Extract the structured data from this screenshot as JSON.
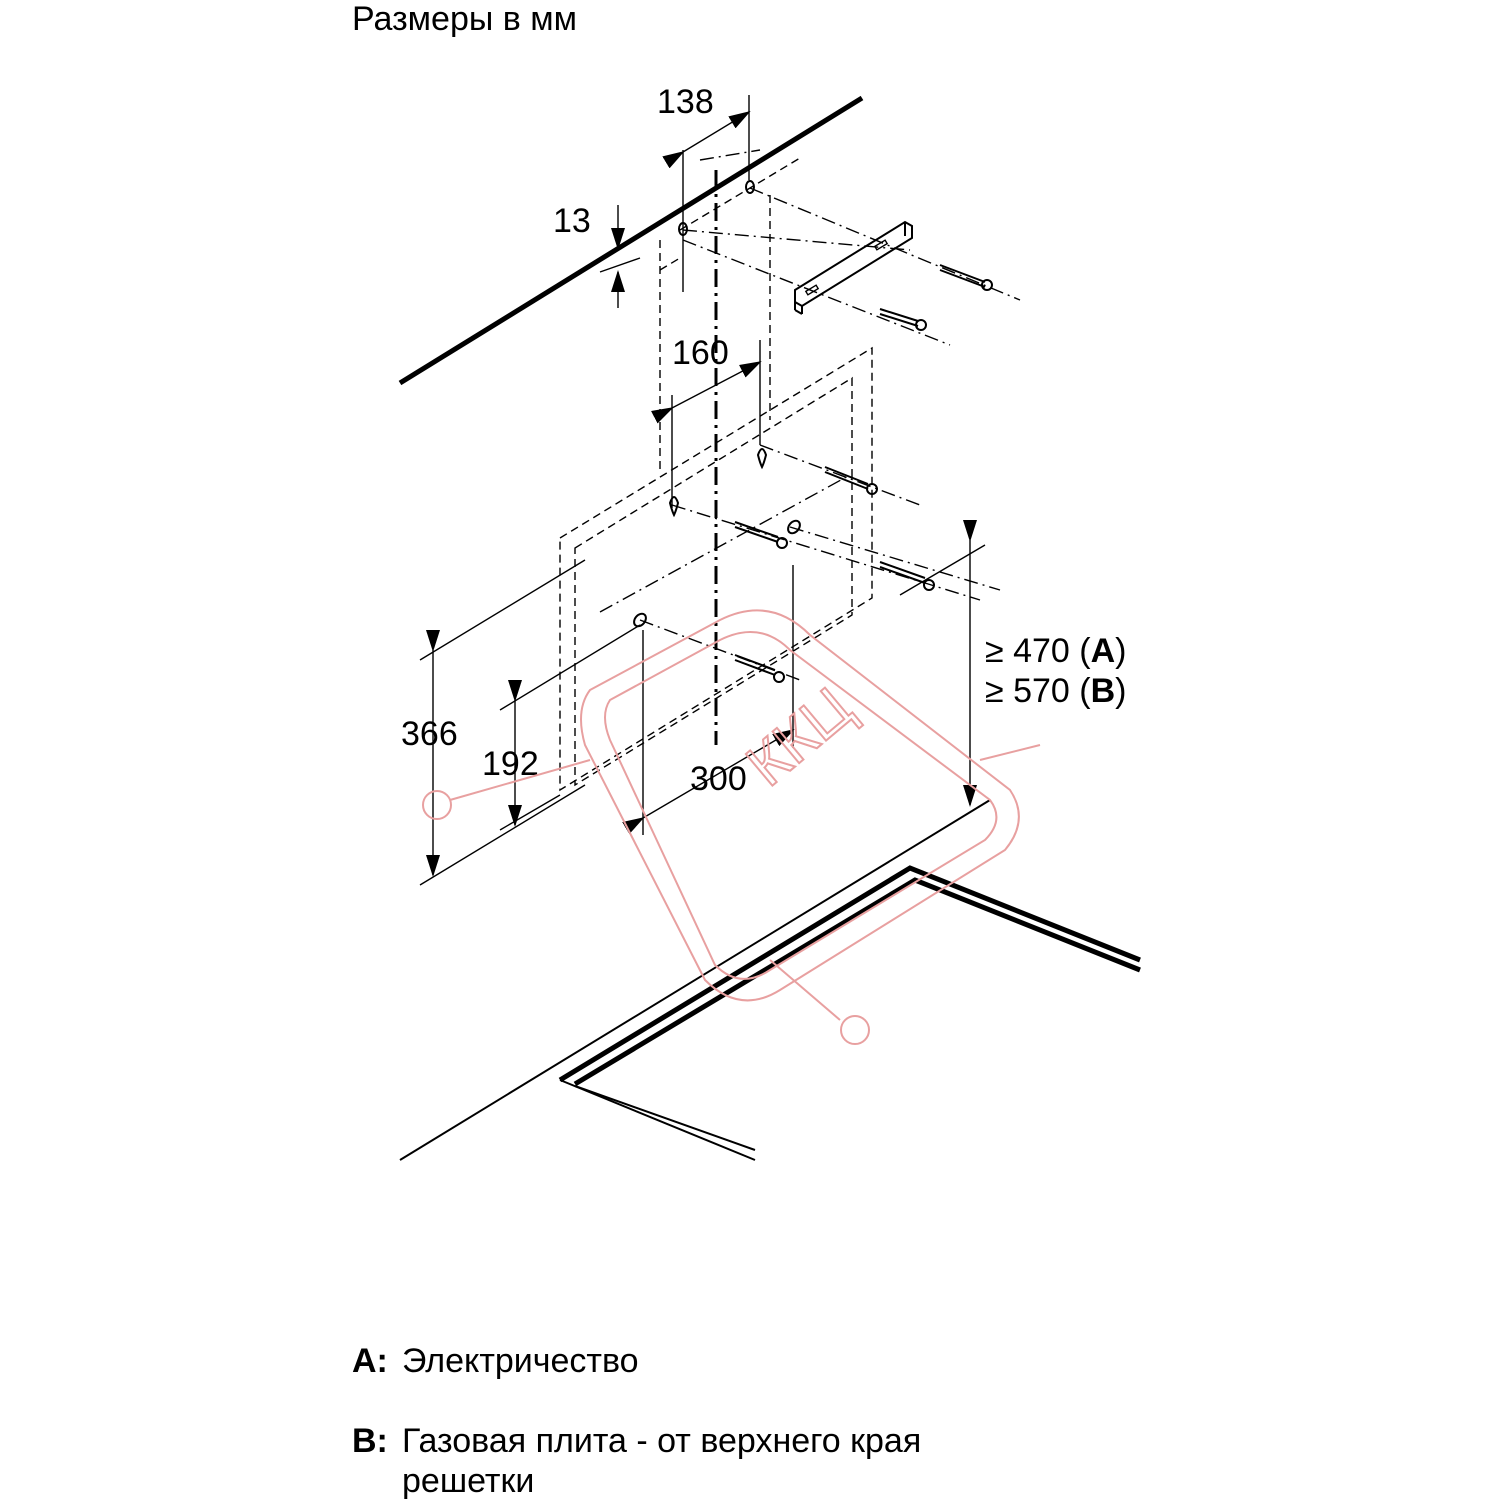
{
  "title": "Размеры в мм",
  "dimensions": {
    "d138": "138",
    "d13": "13",
    "d160": "160",
    "d366": "366",
    "d192": "192",
    "d300": "300",
    "clearance_a_prefix": "≥ 470 (",
    "clearance_a_key": "A",
    "clearance_a_suffix": ")",
    "clearance_b_prefix": "≥ 570 (",
    "clearance_b_key": "B",
    "clearance_b_suffix": ")"
  },
  "legend": {
    "a_key": "A:",
    "a_text": "Электричество",
    "b_key": "B:",
    "b_text_line1": "Газовая плита - от верхнего края",
    "b_text_line2": "решетки"
  },
  "watermark": {
    "text": "ККЦ",
    "color": "#e8a0a0"
  }
}
